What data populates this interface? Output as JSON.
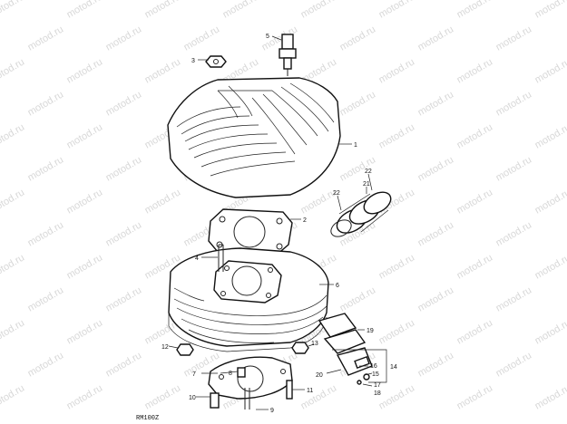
{
  "watermark": "motod.ru",
  "diagram_code": "RM100Z",
  "callouts": [
    "1",
    "2",
    "3",
    "4",
    "5",
    "6",
    "7",
    "8",
    "9",
    "10",
    "11",
    "12",
    "13",
    "14",
    "15",
    "16",
    "17",
    "18",
    "19",
    "20",
    "21",
    "22",
    "22"
  ]
}
